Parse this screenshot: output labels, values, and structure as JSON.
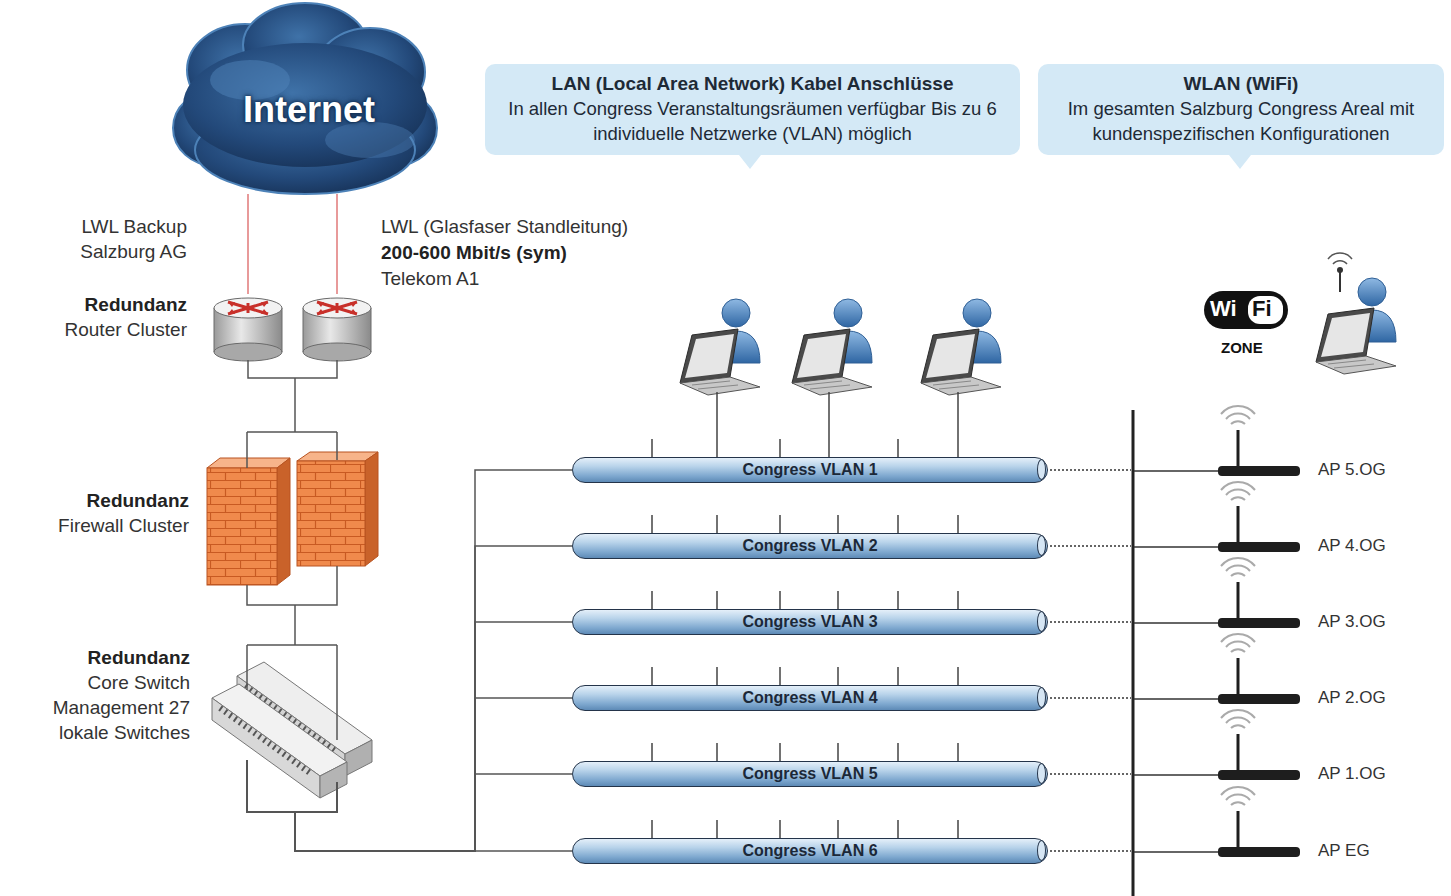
{
  "diagram": {
    "nodes": [
      {
        "text": [
          "Internet"
        ]
      },
      {
        "text": [
          "Redundanz",
          "Router Cluster"
        ]
      },
      {
        "text": [
          "Redundanz",
          "Firewall Cluster"
        ]
      },
      {
        "text": [
          "Redundanz",
          "Core Switch Management 27 lokale Switches"
        ]
      },
      {
        "text": [
          "LAN (Local Area Network) Kabel Anschlüsse",
          "In allen Congress Veranstaltungsräumen verfügbar Bis zu 6 individuelle Netzwerke (VLAN) möglich"
        ]
      },
      {
        "text": [
          "WLAN (WiFi)",
          "Im gesamten Salzburg Congress Areal mit kundenspezifischen Konfigurationen"
        ]
      },
      {
        "text": [
          "Congress VLAN 1"
        ]
      },
      {
        "text": [
          "Congress VLAN 2"
        ]
      },
      {
        "text": [
          "Congress VLAN 3"
        ]
      },
      {
        "text": [
          "Congress VLAN 4"
        ]
      },
      {
        "text": [
          "Congress VLAN 5"
        ]
      },
      {
        "text": [
          "Congress VLAN 6"
        ]
      }
    ],
    "edges": [
      {
        "from": 0,
        "to": 1,
        "arrow": "none"
      },
      {
        "from": 0,
        "to": 1,
        "arrow": "none"
      },
      {
        "from": 1,
        "to": 2,
        "arrow": "none"
      },
      {
        "from": 2,
        "to": 3,
        "arrow": "none"
      },
      {
        "from": 3,
        "to": 6,
        "arrow": "none"
      },
      {
        "from": 3,
        "to": 7,
        "arrow": "none"
      },
      {
        "from": 3,
        "to": 8,
        "arrow": "none"
      },
      {
        "from": 3,
        "to": 9,
        "arrow": "none"
      },
      {
        "from": 3,
        "to": 10,
        "arrow": "none"
      },
      {
        "from": 3,
        "to": 11,
        "arrow": "none"
      }
    ],
    "labels": [
      "LWL Backup Salzburg AG",
      "LWL (Glasfaser Standleitung)",
      "200-600 Mbit/s (sym)",
      "Telekom A1",
      "Wi",
      "Fi",
      "ZONE",
      "AP 5.OG",
      "AP 4.OG",
      "AP 3.OG",
      "AP 2.OG",
      "AP 1.OG",
      "AP EG"
    ]
  }
}
